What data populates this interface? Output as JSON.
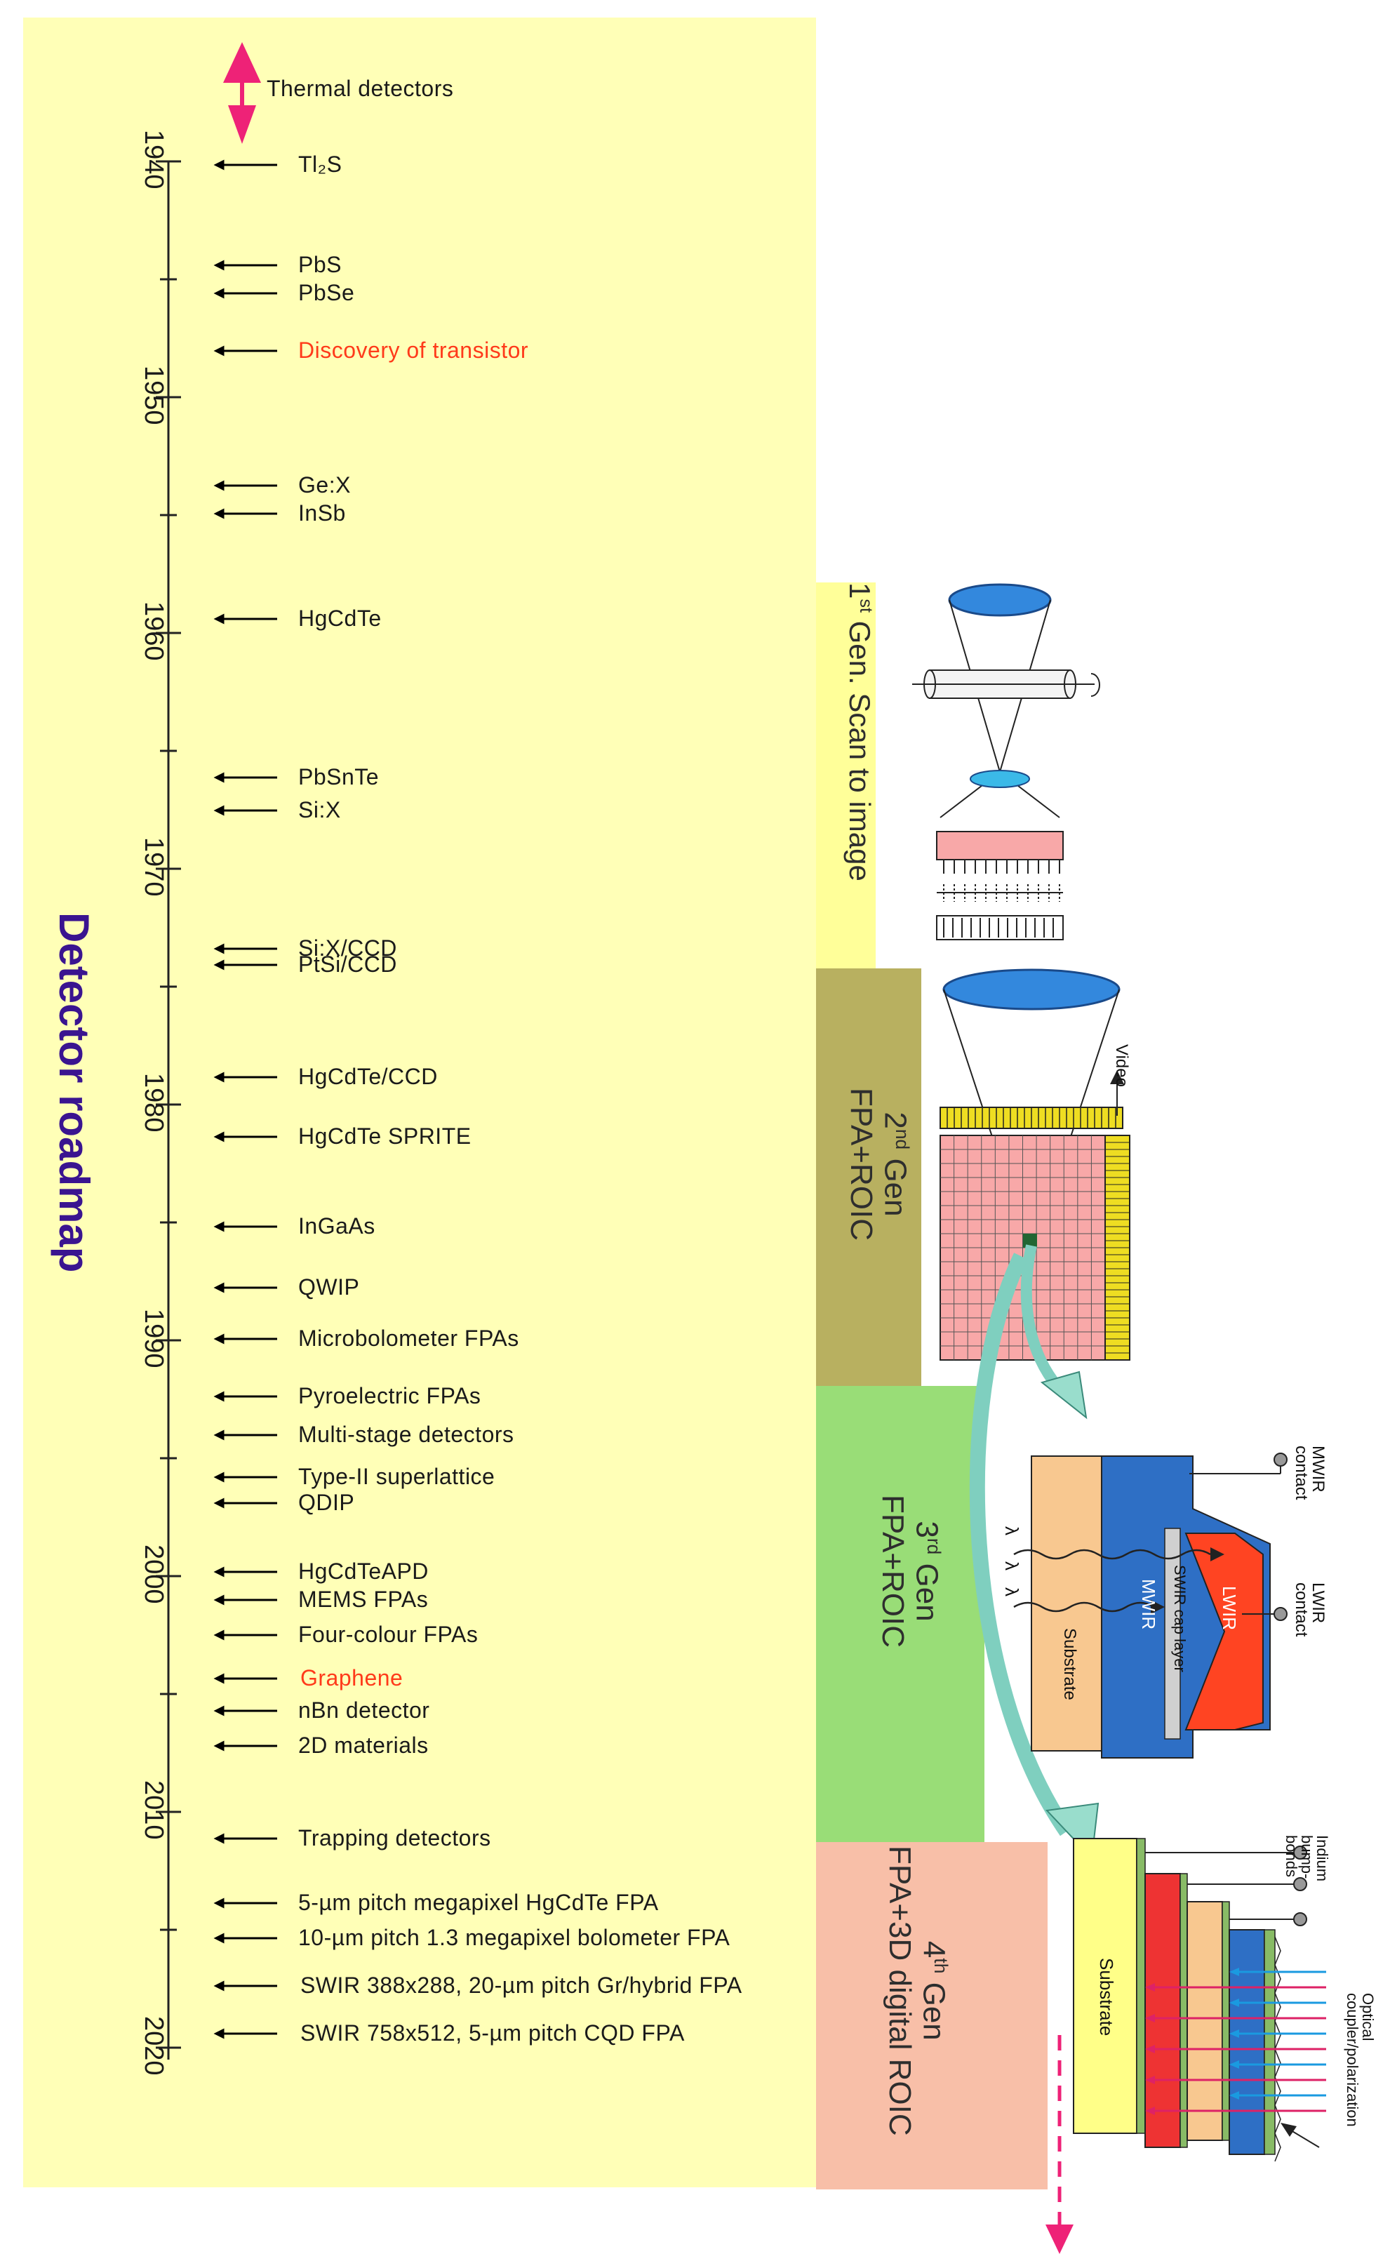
{
  "title": "Detector roadmap",
  "thermal_label": "Thermal detectors",
  "years": [
    "1940",
    "1950",
    "1960",
    "1970",
    "1980",
    "1990",
    "2000",
    "2010",
    "2020"
  ],
  "milestones": [
    {
      "text": "Tl₂S",
      "red": false
    },
    {
      "text": "PbS",
      "red": false
    },
    {
      "text": "PbSe",
      "red": false
    },
    {
      "text": "Discovery of transistor",
      "red": true
    },
    {
      "text": "Ge:X",
      "red": false
    },
    {
      "text": "InSb",
      "red": false
    },
    {
      "text": "HgCdTe",
      "red": false
    },
    {
      "text": "PbSnTe",
      "red": false
    },
    {
      "text": "Si:X",
      "red": false
    },
    {
      "text": "Si:X/CCD",
      "red": false
    },
    {
      "text": "PtSi/CCD",
      "red": false
    },
    {
      "text": "HgCdTe/CCD",
      "red": false
    },
    {
      "text": "HgCdTe SPRITE",
      "red": false
    },
    {
      "text": "InGaAs",
      "red": false
    },
    {
      "text": "QWIP",
      "red": false
    },
    {
      "text": "Microbolometer FPAs",
      "red": false
    },
    {
      "text": "Pyroelectric FPAs",
      "red": false
    },
    {
      "text": "Multi-stage detectors",
      "red": false
    },
    {
      "text": "Type-II superlattice",
      "red": false
    },
    {
      "text": "QDIP",
      "red": false
    },
    {
      "text": "HgCdTeAPD",
      "red": false
    },
    {
      "text": "MEMS FPAs",
      "red": false
    },
    {
      "text": "Four-colour FPAs",
      "red": false
    },
    {
      "text": "Graphene",
      "red": true
    },
    {
      "text": "nBn detector",
      "red": false
    },
    {
      "text": "2D materials",
      "red": false
    },
    {
      "text": "Trapping detectors",
      "red": false
    },
    {
      "text": "5-µm pitch megapixel HgCdTe FPA",
      "red": false
    },
    {
      "text": "10-µm pitch 1.3 megapixel bolometer FPA",
      "red": false
    },
    {
      "text": "SWIR 388x288, 20-µm pitch Gr/hybrid FPA",
      "red": false
    },
    {
      "text": "SWIR 758x512, 5-µm pitch CQD FPA",
      "red": false
    }
  ],
  "generations": {
    "gen1": {
      "num": "1",
      "sup": "st",
      "text": " Gen. Scan to image"
    },
    "gen2": {
      "num": "2",
      "sup": "nd",
      "line1": " Gen",
      "line2": "FPA+ROIC"
    },
    "gen3": {
      "num": "3",
      "sup": "rd",
      "line1": " Gen",
      "line2": "FPA+ROIC"
    },
    "gen4": {
      "num": "4",
      "sup": "th",
      "line1": " Gen",
      "line2": "FPA+3D digital ROIC"
    }
  },
  "gen2_labels": {
    "video": "Video"
  },
  "gen3_labels": {
    "mwir_contact": "MWIR contact",
    "lwir_contact": "LWIR contact",
    "lwir": "LWIR",
    "mwir": "MWIR",
    "swir_cap": "SWIR cap layer",
    "substrate": "Substrate",
    "lambda": "λ"
  },
  "gen4_labels": {
    "indium": "Indium bump-bonds",
    "optical": "Optical coupler/polarization",
    "substrate": "Substrate"
  },
  "colors": {
    "panel": "#ffffb7",
    "gen1": "#ffff99",
    "gen2": "#b8b060",
    "gen3": "#99dd77",
    "gen4": "#f8bfa8",
    "title": "#3a1490",
    "highlight": "#ff3a1a",
    "arrow": "#ee2277",
    "teal": "#99ddcc"
  }
}
